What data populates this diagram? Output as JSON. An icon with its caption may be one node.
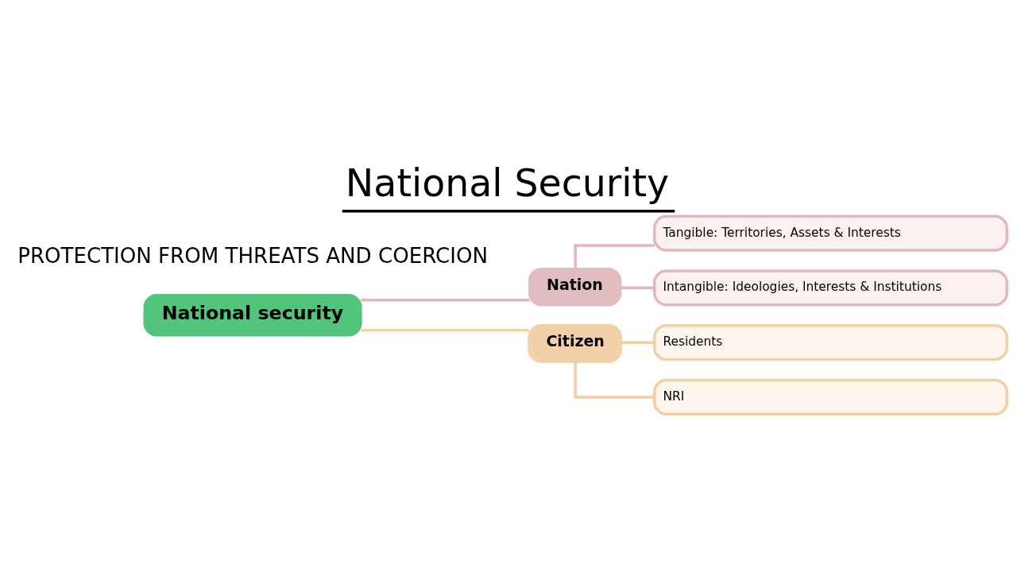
{
  "diagram": {
    "title": "National Security",
    "nodes": [
      {
        "text": [
          "National security"
        ]
      },
      {
        "text": [
          "Nation"
        ]
      },
      {
        "text": [
          "Tangible: Territories, Assets & Interests"
        ]
      },
      {
        "text": [
          "Intangible: Ideologies, Interests & Institutions"
        ]
      },
      {
        "text": [
          "Citizen"
        ]
      },
      {
        "text": [
          "Residents"
        ]
      },
      {
        "text": [
          "NRI"
        ]
      }
    ],
    "edges": [
      {
        "from": 0,
        "to": 1,
        "arrow": "none",
        "color": "#e3b8bd"
      },
      {
        "from": 0,
        "to": 4,
        "arrow": "none",
        "color": "#f2cfa5"
      },
      {
        "from": 1,
        "to": 2,
        "arrow": "none",
        "color": "#e3b8bd"
      },
      {
        "from": 1,
        "to": 3,
        "arrow": "none",
        "color": "#e3b8bd"
      },
      {
        "from": 4,
        "to": 5,
        "arrow": "none",
        "color": "#f2cfa5"
      },
      {
        "from": 4,
        "to": 6,
        "arrow": "none",
        "color": "#f2cfa5"
      }
    ],
    "labels": [
      "PROTECTION FROM THREATS AND COERCION"
    ]
  }
}
